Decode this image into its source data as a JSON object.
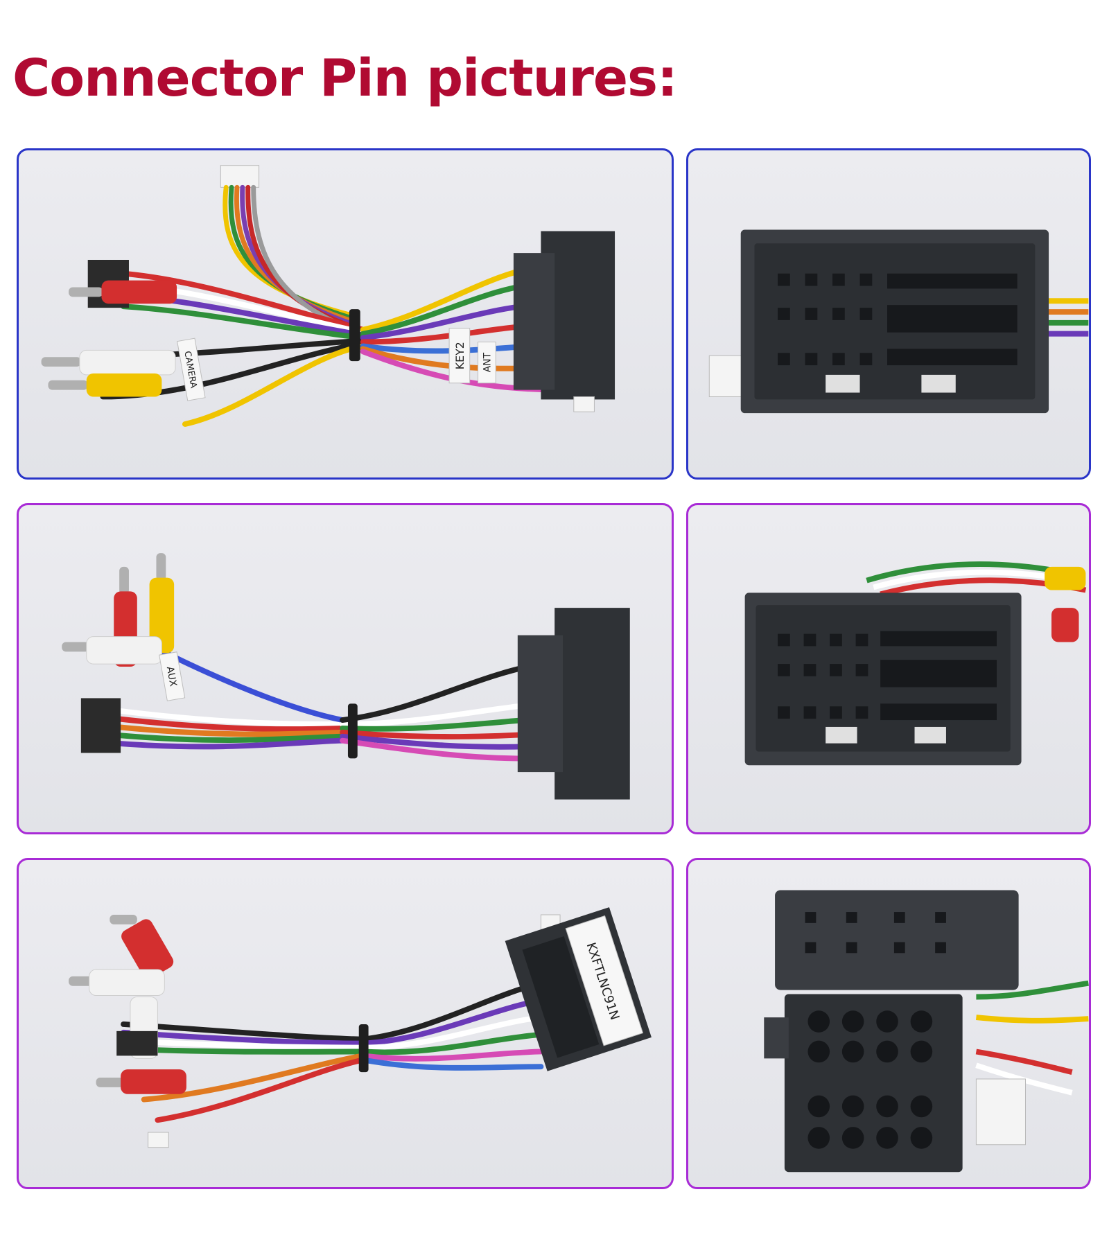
{
  "page": {
    "title": "Connector Pin pictures:"
  },
  "colors": {
    "title": "#b00a32",
    "frame_blue": "#2a35c8",
    "frame_purple": "#a82bd6",
    "panel_bg": "#e6e7eb",
    "connector_body": "#3a3d42"
  },
  "labels": {
    "key2": "KEY2",
    "ant": "ANT",
    "camera": "CAMERA",
    "aux": "AUX",
    "model": "KXFTLNC91N"
  }
}
